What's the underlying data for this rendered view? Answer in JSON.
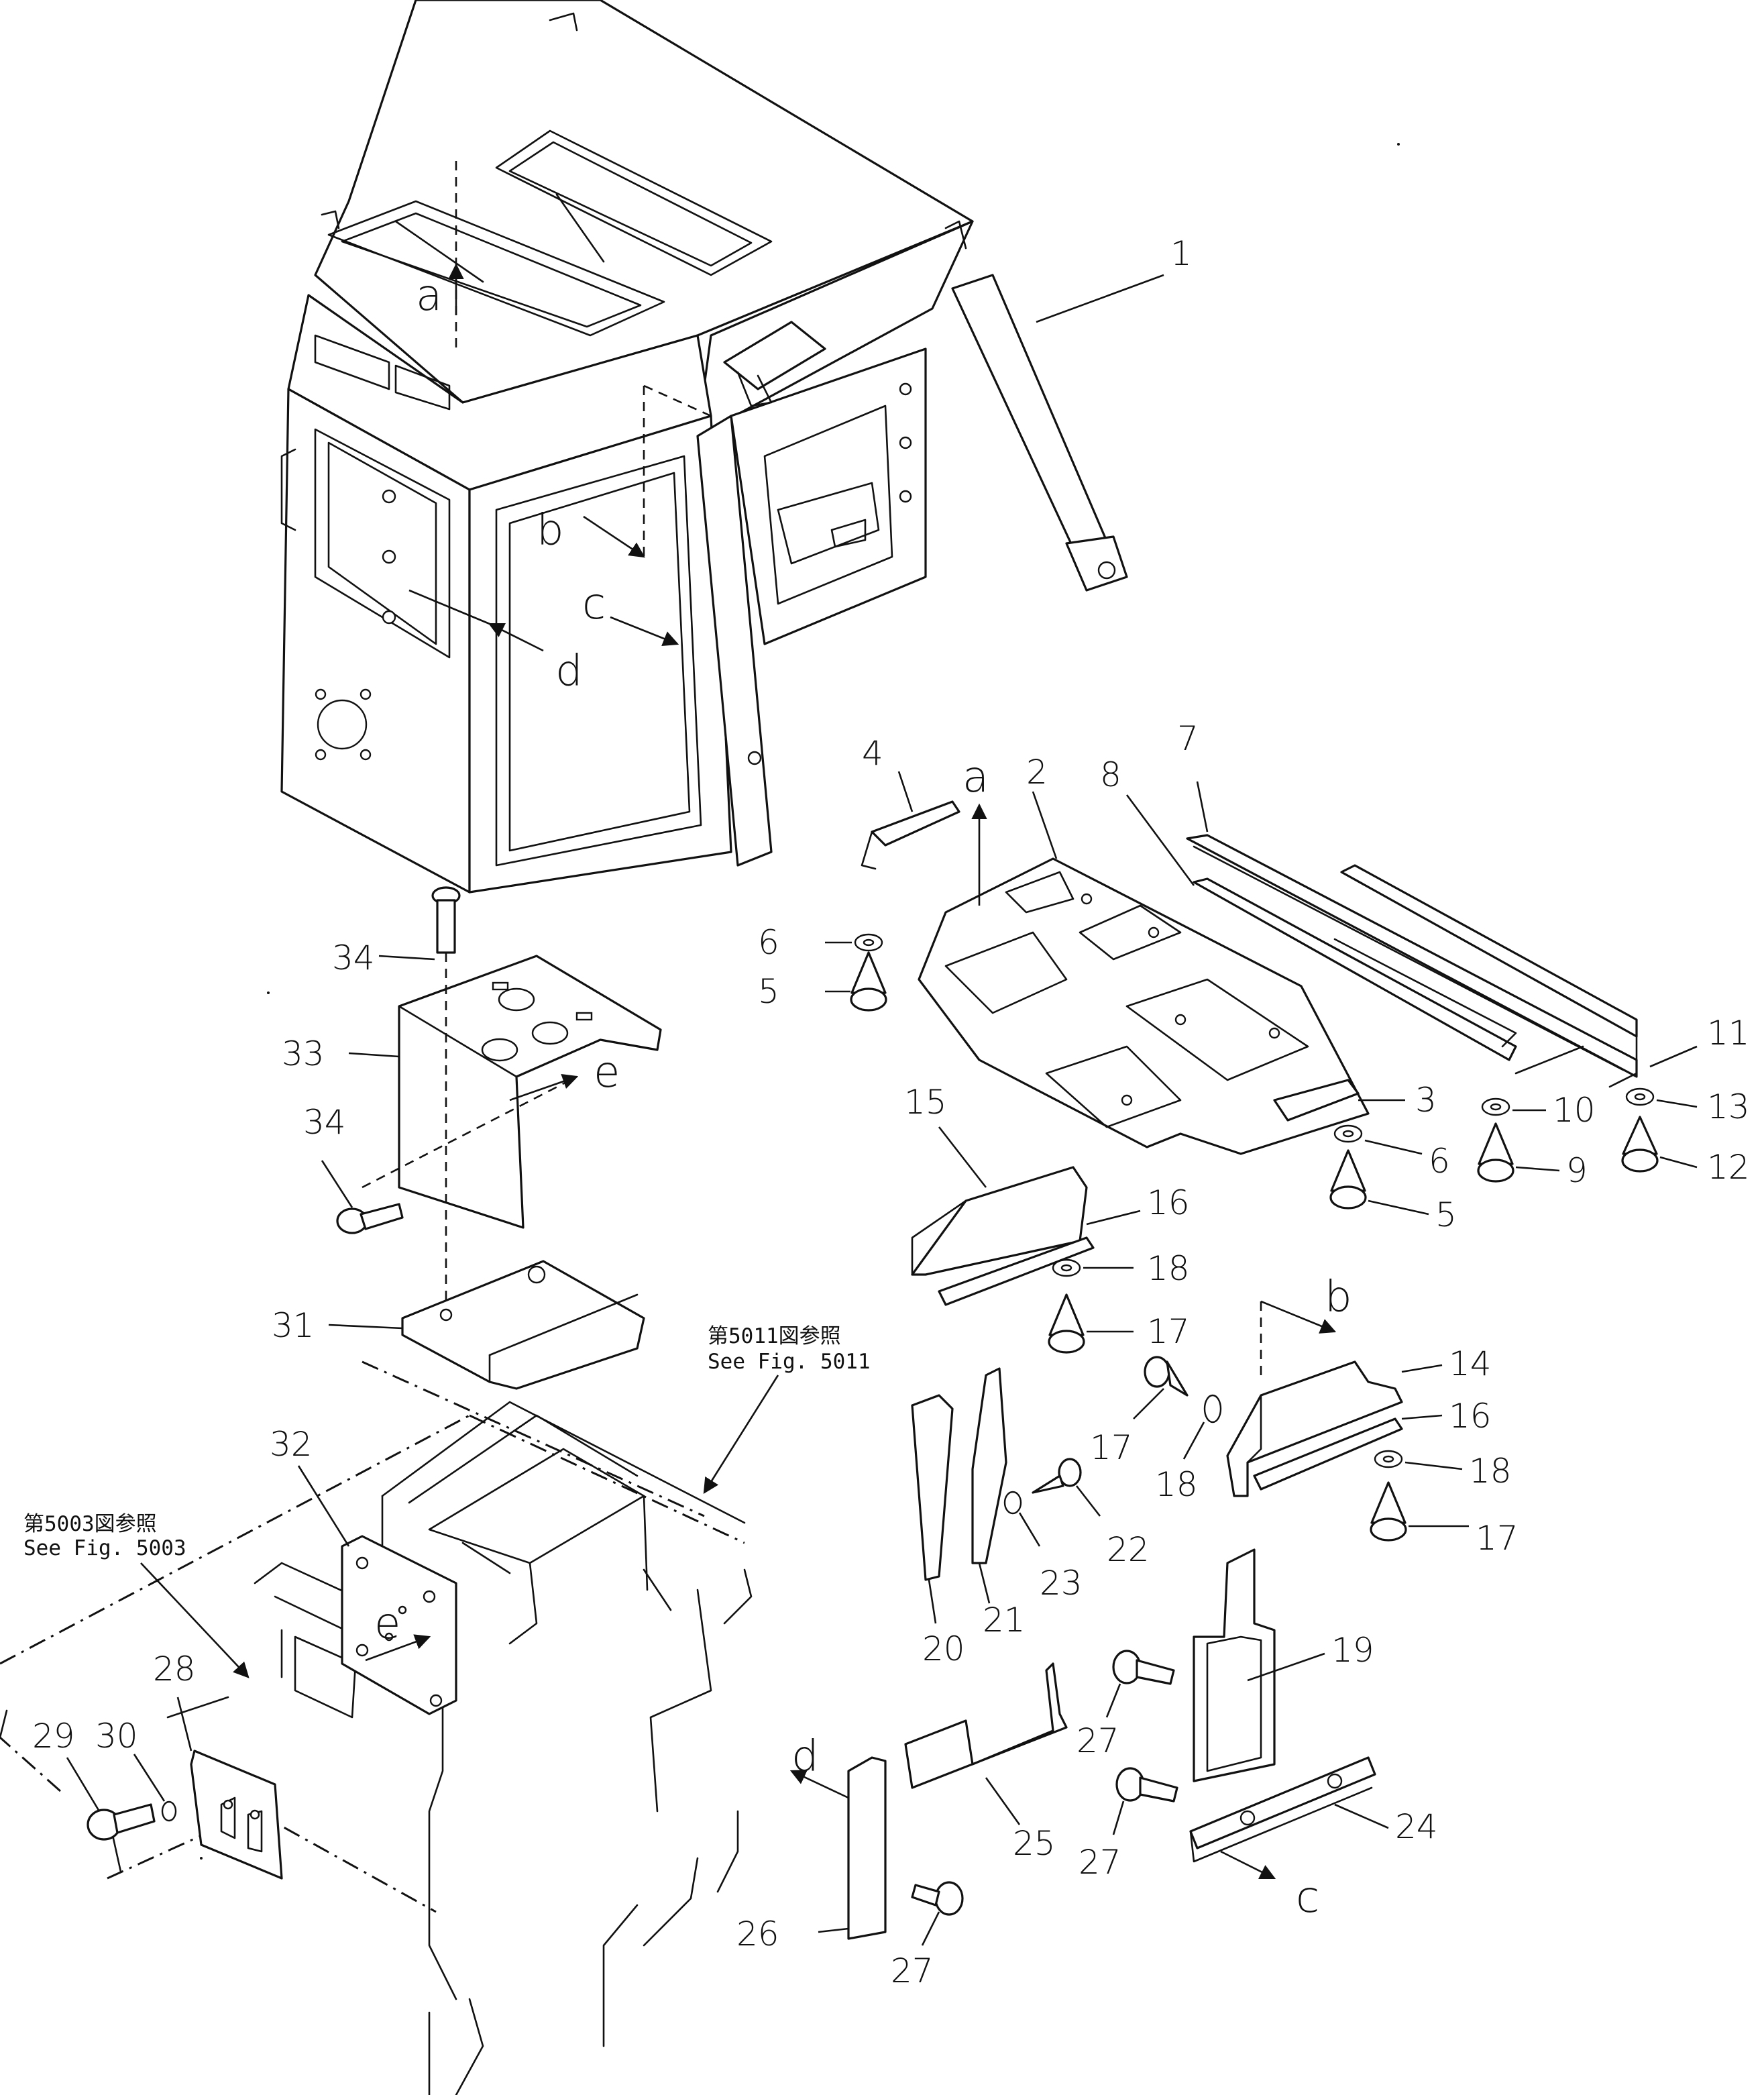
{
  "callouts": [
    "1",
    "2",
    "3",
    "4",
    "5",
    "5",
    "6",
    "6",
    "7",
    "8",
    "9",
    "10",
    "11",
    "12",
    "13",
    "14",
    "15",
    "16",
    "16",
    "17",
    "17",
    "17",
    "18",
    "18",
    "18",
    "19",
    "20",
    "21",
    "22",
    "23",
    "24",
    "25",
    "26",
    "27",
    "27",
    "27",
    "28",
    "29",
    "30",
    "31",
    "32",
    "33",
    "34",
    "34"
  ],
  "view_letters": [
    "a",
    "a",
    "b",
    "b",
    "c",
    "c",
    "d",
    "d",
    "e",
    "e"
  ],
  "references": {
    "fig5011": {
      "jp": "第5011図参照",
      "en": "See  Fig. 5011"
    },
    "fig5003": {
      "jp": "第5003図参照",
      "en": "See  Fig. 5003"
    }
  }
}
